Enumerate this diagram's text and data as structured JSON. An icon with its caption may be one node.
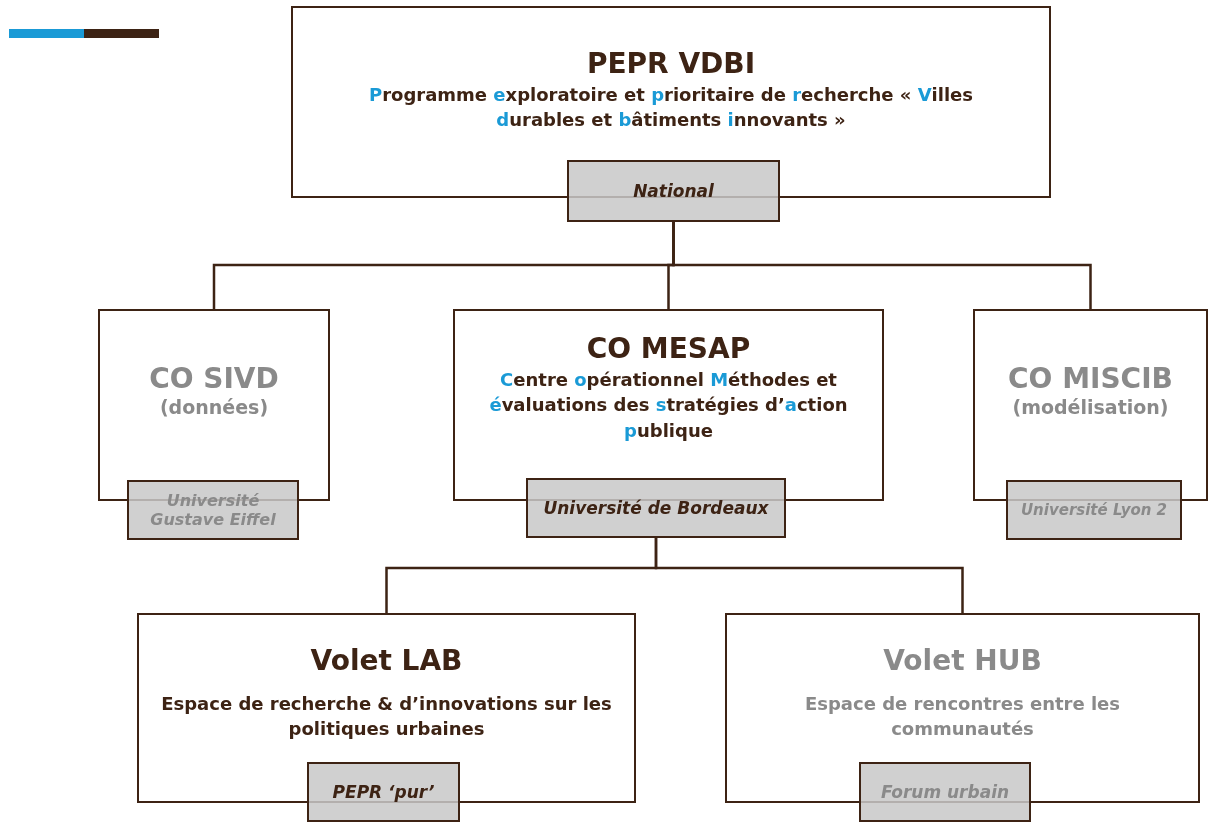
{
  "diagram": {
    "nodes": [
      {
        "text": [
          "PEPR VDBI",
          "**P**rogramme **e**xploratoire et **p**rioritaire de **r**echerche « **V**illes **d**urables et **b**âtiments **i**nnovants »"
        ]
      },
      {
        "text": [
          "National"
        ]
      },
      {
        "text": [
          "CO SIVD",
          "(données)"
        ]
      },
      {
        "text": [
          "Université Gustave Eiffel"
        ]
      },
      {
        "text": [
          "CO MESAP",
          "**C**entre **o**pérationnel **M**éthodes et **é**valuations des **s**tratégies d’**a**ction **p**ublique"
        ]
      },
      {
        "text": [
          "Université de Bordeaux"
        ]
      },
      {
        "text": [
          "CO MISCIB",
          "(modélisation)"
        ]
      },
      {
        "text": [
          "Université Lyon 2"
        ]
      },
      {
        "text": [
          "Volet LAB",
          "Espace de recherche & d’innovations sur les politiques urbaines"
        ]
      },
      {
        "text": [
          "PEPR ‘pur’"
        ]
      },
      {
        "text": [
          "Volet HUB",
          "Espace de rencontres entre les communautés"
        ]
      },
      {
        "text": [
          "Forum urbain"
        ]
      }
    ],
    "edges": [
      {
        "from": 1,
        "to": 2,
        "arrow": "none"
      },
      {
        "from": 1,
        "to": 4,
        "arrow": "none"
      },
      {
        "from": 1,
        "to": 6,
        "arrow": "none"
      },
      {
        "from": 5,
        "to": 8,
        "arrow": "none"
      },
      {
        "from": 5,
        "to": 10,
        "arrow": "none"
      }
    ]
  }
}
